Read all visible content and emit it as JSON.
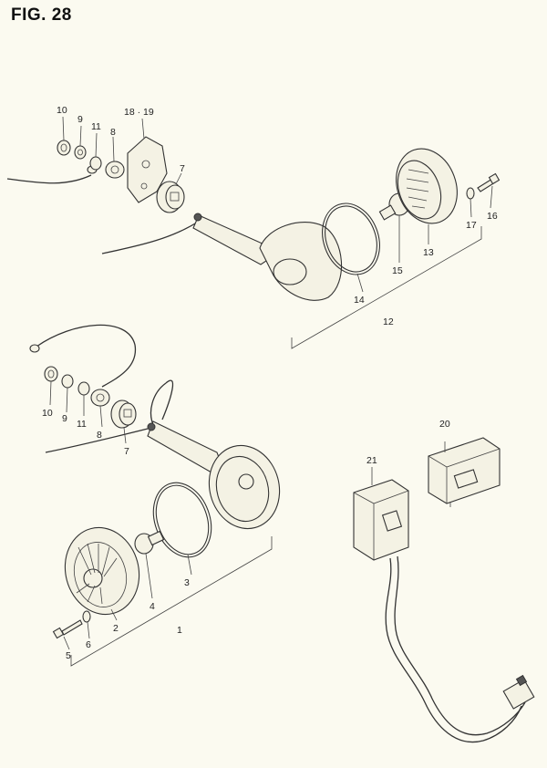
{
  "figure": {
    "title": "FIG. 28"
  },
  "callouts": {
    "p1": "1",
    "p2": "2",
    "p3": "3",
    "p4": "4",
    "p5": "5",
    "p6": "6",
    "p7_top": "7",
    "p7_bottom": "7",
    "p8_top": "8",
    "p8_bottom": "8",
    "p9_top": "9",
    "p9_bottom": "9",
    "p10_top": "10",
    "p10_bottom": "10",
    "p11_top": "11",
    "p11_bottom": "11",
    "p12": "12",
    "p13": "13",
    "p14": "14",
    "p15": "15",
    "p16": "16",
    "p17": "17",
    "p18_19": "18 · 19",
    "p20": "20",
    "p21": "21"
  }
}
